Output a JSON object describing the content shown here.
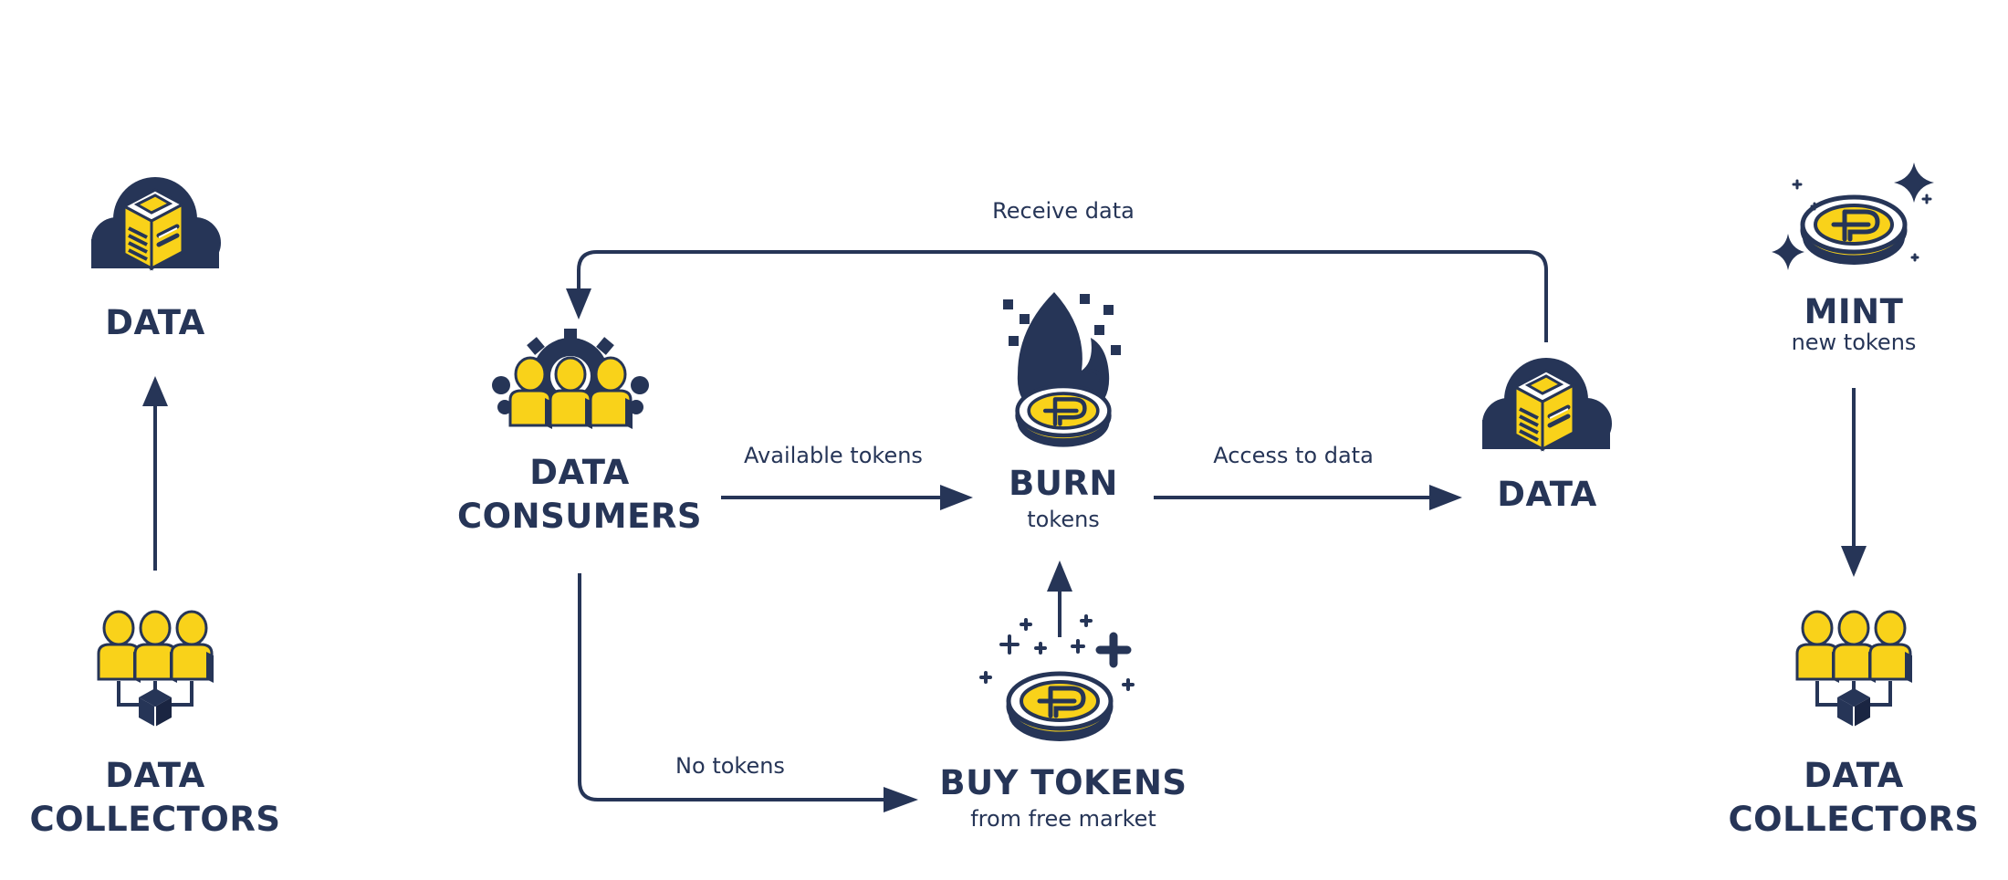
{
  "colors": {
    "navy": "#263557",
    "yellow": "#f9d21a",
    "white": "#ffffff"
  },
  "nodes": {
    "data_left": {
      "title": "DATA",
      "icon": "data-cloud-icon"
    },
    "collectors_left": {
      "title_line1": "DATA",
      "title_line2": "COLLECTORS",
      "icon": "collectors-group-icon"
    },
    "consumers": {
      "title_line1": "DATA",
      "title_line2": "CONSUMERS",
      "icon": "consumers-gear-icon"
    },
    "burn": {
      "title": "BURN",
      "subtitle": "tokens",
      "icon": "burning-coin-icon"
    },
    "data_right": {
      "title": "DATA",
      "icon": "data-cloud-icon"
    },
    "buy": {
      "title": "BUY TOKENS",
      "subtitle": "from free market",
      "icon": "coin-plus-icon"
    },
    "mint": {
      "title": "MINT",
      "subtitle": "new tokens",
      "icon": "sparkling-coin-icon"
    },
    "collectors_right": {
      "title_line1": "DATA",
      "title_line2": "COLLECTORS",
      "icon": "collectors-group-icon"
    }
  },
  "edges": {
    "receive_data": "Receive data",
    "available_tokens": "Available tokens",
    "access_to_data": "Access to data",
    "no_tokens": "No tokens"
  }
}
